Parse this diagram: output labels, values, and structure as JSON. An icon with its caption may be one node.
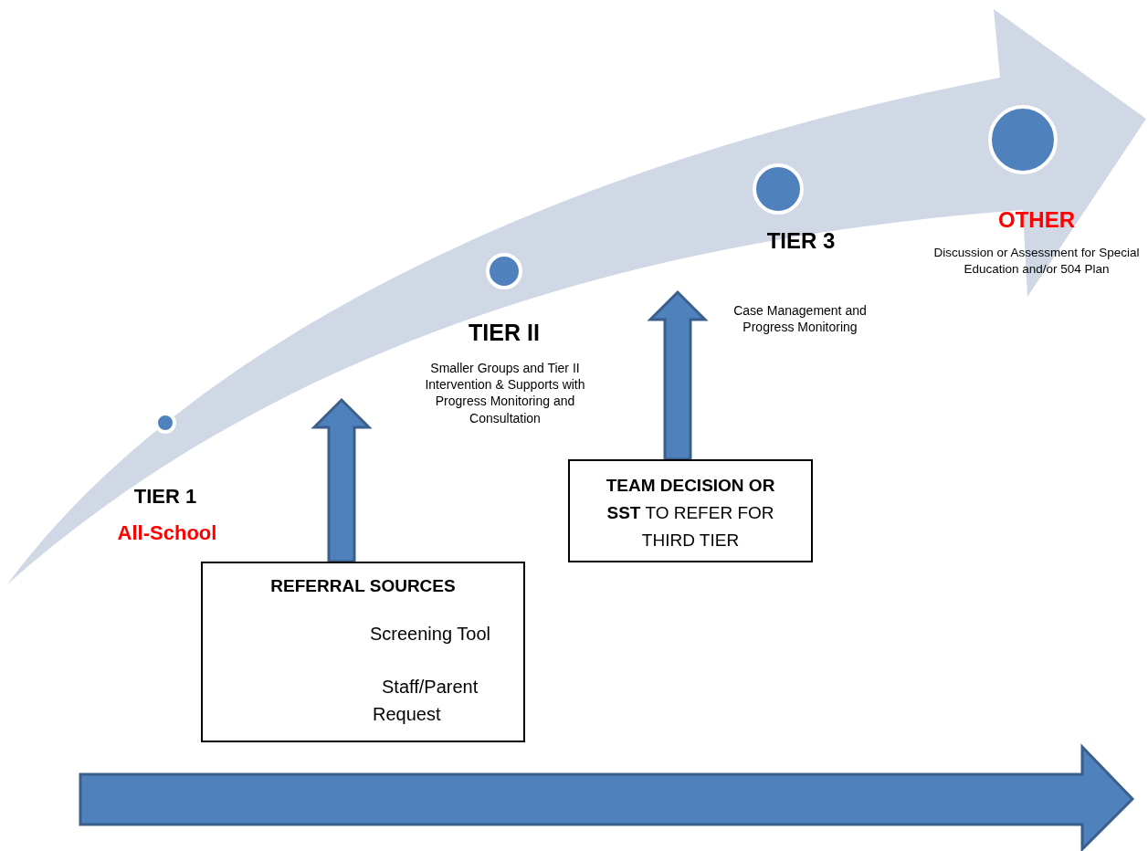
{
  "diagram": {
    "nodes": [
      {
        "text": [
          "REFERRAL SOURCES",
          "Screening Tool",
          "Staff/Parent Request"
        ]
      },
      {
        "text": [
          "**TEAM DECISION OR SST** TO REFER FOR THIRD TIER"
        ]
      }
    ],
    "edges": [
      {
        "from": 0,
        "to": null,
        "arrow": "to"
      },
      {
        "from": 1,
        "to": null,
        "arrow": "to"
      }
    ],
    "labels": [
      "TIER 1",
      "All-School",
      "TIER II",
      "Smaller Groups and Tier II Intervention & Supports with Progress Monitoring and Consultation",
      "TIER 3",
      "Case Management and Progress Monitoring",
      "OTHER",
      "Discussion or Assessment for Special Education and/or 504 Plan"
    ]
  }
}
